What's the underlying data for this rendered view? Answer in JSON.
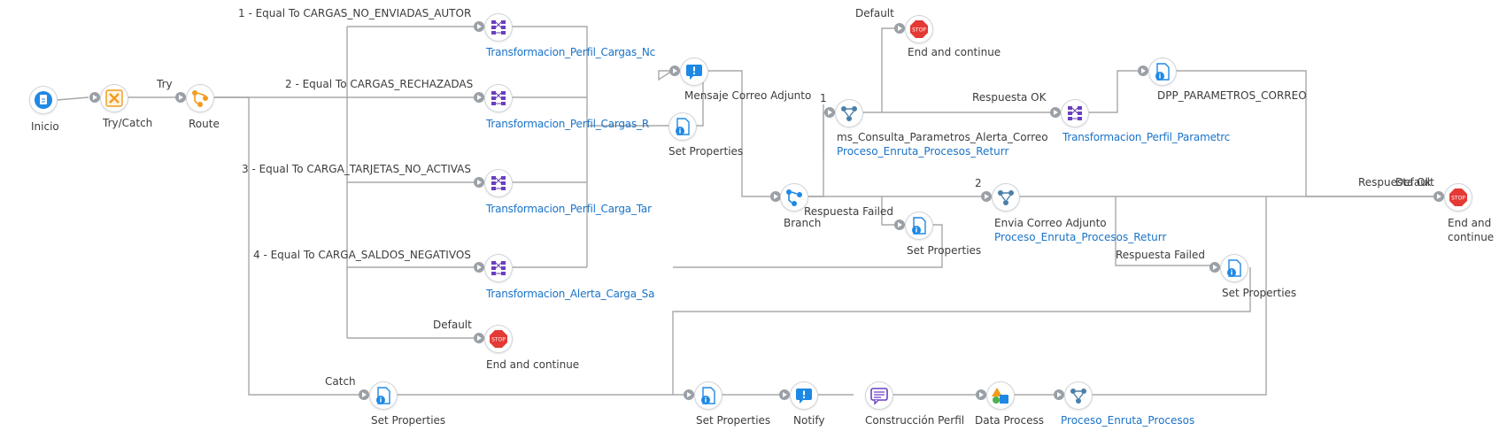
{
  "nodes": {
    "inicio": "Inicio",
    "trycatch": "Try/Catch",
    "route": "Route",
    "t1": "Transformacion_Perfil_Cargas_Nc",
    "t2": "Transformacion_Perfil_Cargas_R",
    "t3": "Transformacion_Perfil_Carga_Tar",
    "t4": "Transformacion_Alerta_Carga_Sa",
    "route_default": "End and continue",
    "mensaje": "Mensaje Correo Adjunto",
    "setprops_top": "Set Properties",
    "branch": "Branch",
    "stop_top": "End and continue",
    "ms_consulta": "ms_Consulta_Parametros_Alerta_Correo",
    "ms_consulta_sub": "Proceso_Enruta_Procesos_Returr",
    "setprops_mid": "Set Properties",
    "transf_param": "Transformacion_Perfil_Parametrc",
    "dpp": "DPP_PARAMETROS_CORREO",
    "envia": "Envia Correo Adjunto",
    "envia_sub": "Proceso_Enruta_Procesos_Returr",
    "setprops_right": "Set Properties",
    "stop_right_1": "End and",
    "stop_right_2": "continue",
    "catch_setprops": "Set Properties",
    "setprops_bottom": "Set Properties",
    "notify": "Notify",
    "construccion": "Construcción Perfil",
    "dataprocess": "Data Process",
    "proceso_enruta": "Proceso_Enruta_Procesos"
  },
  "edge_labels": {
    "try": "Try",
    "catch": "Catch",
    "route_1": "1 - Equal To CARGAS_NO_ENVIADAS_AUTOR",
    "route_2": "2 - Equal To CARGAS_RECHAZADAS",
    "route_3": "3 - Equal To CARGA_TARJETAS_NO_ACTIVAS",
    "route_4": "4 - Equal To CARGA_SALDOS_NEGATIVOS",
    "route_default": "Default",
    "branch_1": "1",
    "branch_2": "2",
    "default_top": "Default",
    "respuesta_ok": "Respuesta OK",
    "respuesta_failed_1": "Respuesta Failed",
    "respuesta_failed_2": "Respuesta Failed",
    "respuesta_ok_right": "Respuesta Ok",
    "default_right": "Default"
  },
  "colors": {
    "wire": "#a8a8a8",
    "port": "#9aa0a6",
    "blue": "#1e88e5",
    "purple": "#6a3fbf",
    "orange": "#f29b1d",
    "stop": "#e53935",
    "link": "#1a73c8",
    "text": "#3c3c3c"
  },
  "icons": {
    "inicio": "start-document-icon",
    "trycatch": "try-catch-icon",
    "route": "route-icon",
    "transform": "map-transform-icon",
    "message": "message-icon",
    "setprops": "set-properties-icon",
    "branch": "branch-icon",
    "stop": "stop-icon",
    "process_call": "process-call-icon",
    "notify": "notify-icon",
    "data_process": "data-process-icon"
  }
}
